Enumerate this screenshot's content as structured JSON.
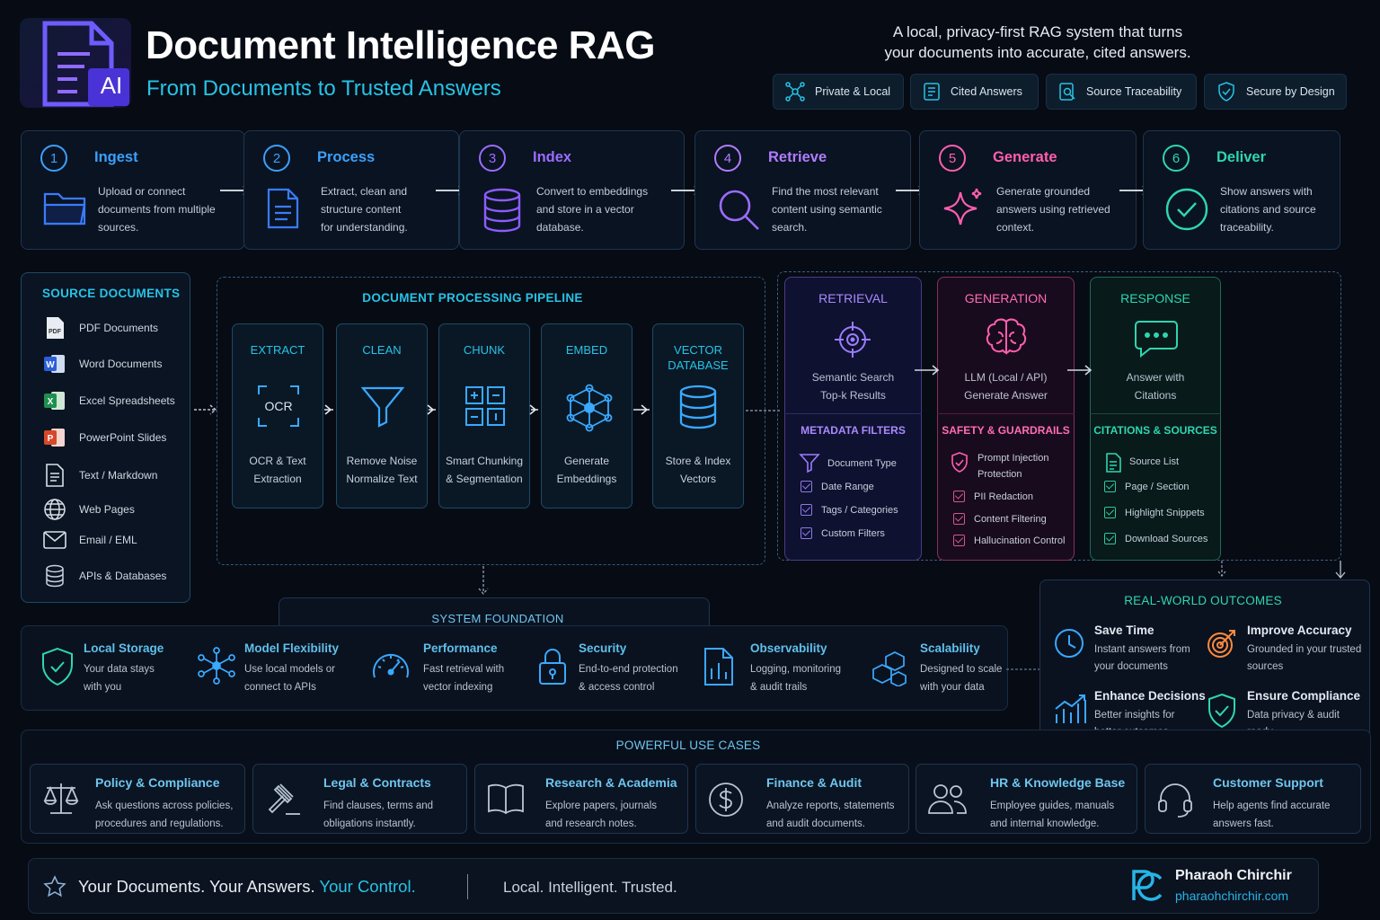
{
  "header": {
    "title": "Document Intelligence RAG",
    "subtitle": "From Documents to Trusted Answers",
    "logo_text": "AI",
    "tagline_1": "A local, privacy-first RAG system that turns",
    "tagline_2": "your documents into accurate, cited answers."
  },
  "badges": [
    "Private & Local",
    "Cited Answers",
    "Source Traceability",
    "Secure by Design"
  ],
  "steps": [
    {
      "num": "1",
      "title": "Ingest",
      "line1": "Upload or connect",
      "line2": "documents from multiple",
      "line3": "sources.",
      "color": "#3aa0ff"
    },
    {
      "num": "2",
      "title": "Process",
      "line1": "Extract, clean and",
      "line2": "structure content",
      "line3": "for understanding.",
      "color": "#3aa0ff"
    },
    {
      "num": "3",
      "title": "Index",
      "line1": "Convert to embeddings",
      "line2": "and store in a vector",
      "line3": "database.",
      "color": "#9b6cff"
    },
    {
      "num": "4",
      "title": "Retrieve",
      "line1": "Find the most relevant",
      "line2": "content using semantic",
      "line3": "search.",
      "color": "#b07cff"
    },
    {
      "num": "5",
      "title": "Generate",
      "line1": "Generate grounded",
      "line2": "answers using retrieved",
      "line3": "context.",
      "color": "#ff5fb0"
    },
    {
      "num": "6",
      "title": "Deliver",
      "line1": "Show answers with",
      "line2": "citations and source",
      "line3": "traceability.",
      "color": "#2fd6b0"
    }
  ],
  "sources": {
    "heading": "SOURCE DOCUMENTS",
    "items": [
      "PDF Documents",
      "Word Documents",
      "Excel Spreadsheets",
      "PowerPoint Slides",
      "Text / Markdown",
      "Web Pages",
      "Email / EML",
      "APIs & Databases"
    ],
    "pdf_tag": "PDF",
    "word_tag": "W",
    "excel_tag": "X",
    "ppt_tag": "P"
  },
  "pipeline": {
    "heading": "DOCUMENT PROCESSING PIPELINE",
    "stages": [
      {
        "title": "EXTRACT",
        "line1": "OCR & Text",
        "line2": "Extraction",
        "icon_text": "OCR"
      },
      {
        "title": "CLEAN",
        "line1": "Remove Noise",
        "line2": "Normalize Text"
      },
      {
        "title": "CHUNK",
        "line1": "Smart Chunking",
        "line2": "& Segmentation"
      },
      {
        "title": "EMBED",
        "line1": "Generate",
        "line2": "Embeddings"
      },
      {
        "title": "VECTOR",
        "title2": "DATABASE",
        "line1": "Store & Index",
        "line2": "Vectors"
      }
    ]
  },
  "retrieval": {
    "heading": "RETRIEVAL",
    "line1": "Semantic Search",
    "line2": "Top-k Results",
    "sub_heading": "METADATA FILTERS",
    "items": [
      "Document Type",
      "Date Range",
      "Tags / Categories",
      "Custom Filters"
    ]
  },
  "generation": {
    "heading": "GENERATION",
    "line1": "LLM (Local / API)",
    "line2": "Generate Answer",
    "sub_heading": "SAFETY & GUARDRAILS",
    "first_1": "Prompt Injection",
    "first_2": "Protection",
    "items": [
      "PII Redaction",
      "Content Filtering",
      "Hallucination Control"
    ]
  },
  "response": {
    "heading": "RESPONSE",
    "line1": "Answer with",
    "line2": "Citations",
    "sub_heading": "CITATIONS & SOURCES",
    "items": [
      "Source List",
      "Page / Section",
      "Highlight Snippets",
      "Download Sources"
    ]
  },
  "foundation": {
    "heading": "SYSTEM FOUNDATION",
    "items": [
      {
        "title": "Local Storage",
        "line1": "Your data stays",
        "line2": "with you"
      },
      {
        "title": "Model Flexibility",
        "line1": "Use local models or",
        "line2": "connect to APIs"
      },
      {
        "title": "Performance",
        "line1": "Fast retrieval with",
        "line2": "vector indexing"
      },
      {
        "title": "Security",
        "line1": "End-to-end protection",
        "line2": "& access control"
      },
      {
        "title": "Observability",
        "line1": "Logging, monitoring",
        "line2": "& audit trails"
      },
      {
        "title": "Scalability",
        "line1": "Designed to scale",
        "line2": "with your data"
      }
    ]
  },
  "outcomes": {
    "heading": "REAL-WORLD OUTCOMES",
    "items": [
      {
        "title": "Save Time",
        "line1": "Instant answers from",
        "line2": "your documents"
      },
      {
        "title": "Improve Accuracy",
        "line1": "Grounded in your trusted",
        "line2": "sources"
      },
      {
        "title": "Enhance Decisions",
        "line1": "Better insights for",
        "line2": "better outcomes"
      },
      {
        "title": "Ensure Compliance",
        "line1": "Data privacy & audit",
        "line2": "ready"
      }
    ]
  },
  "use_cases": {
    "heading": "POWERFUL USE CASES",
    "items": [
      {
        "title": "Policy & Compliance",
        "line1": "Ask questions across policies,",
        "line2": "procedures and regulations."
      },
      {
        "title": "Legal & Contracts",
        "line1": "Find clauses, terms and",
        "line2": "obligations instantly."
      },
      {
        "title": "Research & Academia",
        "line1": "Explore papers, journals",
        "line2": "and research notes."
      },
      {
        "title": "Finance & Audit",
        "line1": "Analyze reports, statements",
        "line2": "and audit documents."
      },
      {
        "title": "HR & Knowledge Base",
        "line1": "Employee guides, manuals",
        "line2": "and internal knowledge."
      },
      {
        "title": "Customer Support",
        "line1": "Help agents find accurate",
        "line2": "answers fast."
      }
    ]
  },
  "footer": {
    "slogan_a": "Your Documents. Your Answers.",
    "slogan_b": "Your Control.",
    "motto": "Local. Intelligent. Trusted.",
    "author": "Pharaoh Chirchir",
    "website": "pharaohchirchir.com"
  }
}
